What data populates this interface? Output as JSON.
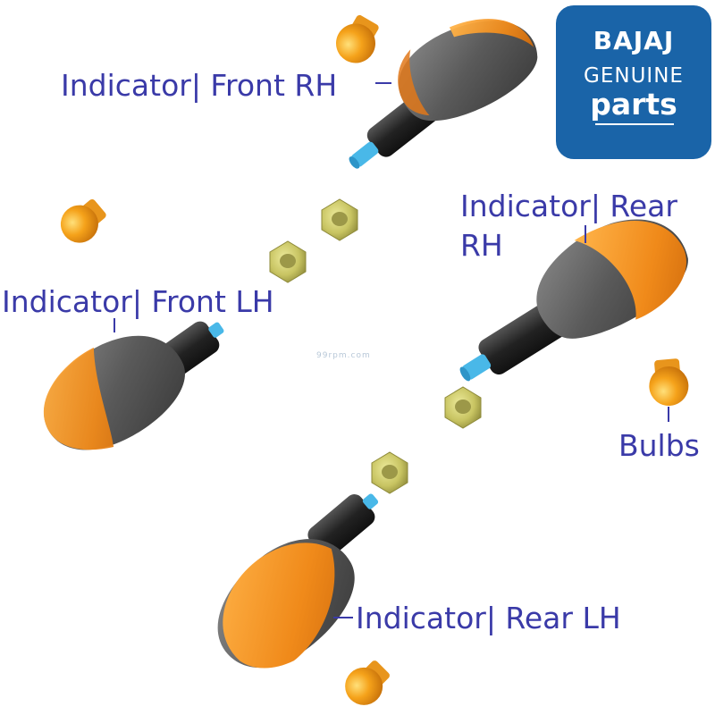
{
  "labels": {
    "front_rh": "Indicator| Front RH",
    "rear_rh": "Indicator| Rear RH",
    "front_lh": "Indicator| Front LH",
    "bulbs": "Bulbs",
    "rear_lh": "Indicator| Rear LH"
  },
  "watermark": "99rpm.com",
  "logo": {
    "brand": "BAJAJ",
    "line1": "GENUINE",
    "line2": "parts"
  },
  "colors": {
    "label_text": "#3a3aa8",
    "logo_bg": "#1a64a8",
    "lens_orange": "#f08a1a",
    "housing_gray": "#5a5a5a",
    "stem_black": "#222222",
    "connector_blue": "#49b8e8",
    "nut_olive": "#c8c462",
    "bulb_amber": "#f5a21a"
  },
  "icons": [
    "indicator-housing-icon",
    "bulb-icon",
    "nut-icon",
    "bajaj-genuine-parts-logo"
  ]
}
